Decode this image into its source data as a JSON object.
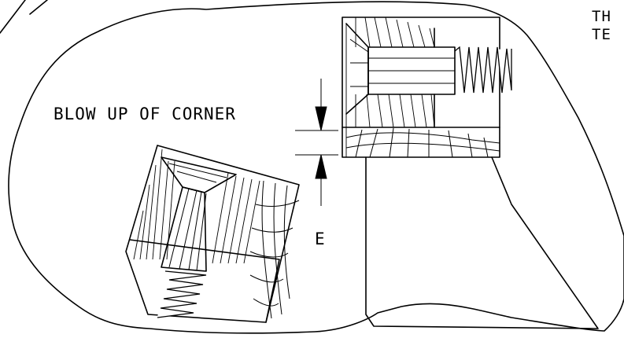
{
  "labels": {
    "blowup_title": "BLOW UP OF CORNER",
    "dimension_letter": "E",
    "note_lines": [
      "",
      "TH",
      "TE"
    ]
  }
}
